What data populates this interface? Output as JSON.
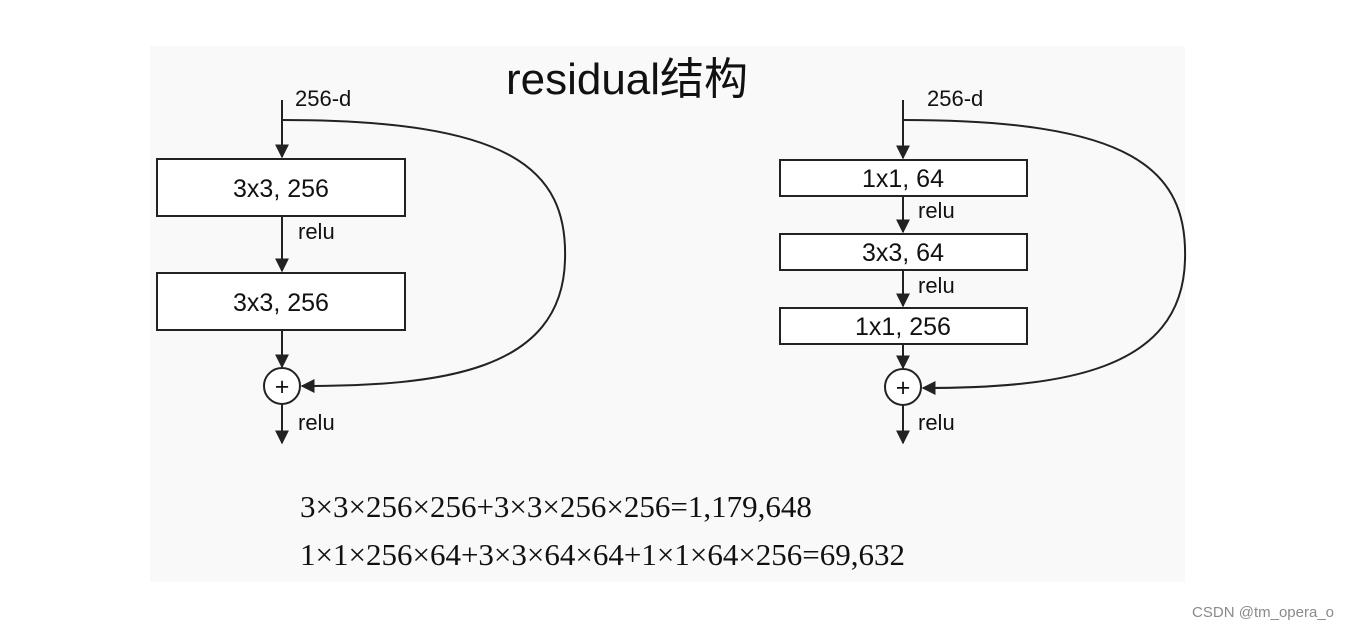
{
  "title": "residual结构",
  "left_block": {
    "input_label": "256-d",
    "layers": [
      "3x3, 256",
      "3x3, 256"
    ],
    "activations": [
      "relu"
    ],
    "output_activation": "relu"
  },
  "right_block": {
    "input_label": "256-d",
    "layers": [
      "1x1, 64",
      "3x3, 64",
      "1x1, 256"
    ],
    "activations": [
      "relu",
      "relu"
    ],
    "output_activation": "relu"
  },
  "sum_symbol": "+",
  "formulas": [
    "3×3×256×256+3×3×256×256=1,179,648",
    "1×1×256×64+3×3×64×64+1×1×64×256=69,632"
  ],
  "watermark": "CSDN @tm_opera_o"
}
